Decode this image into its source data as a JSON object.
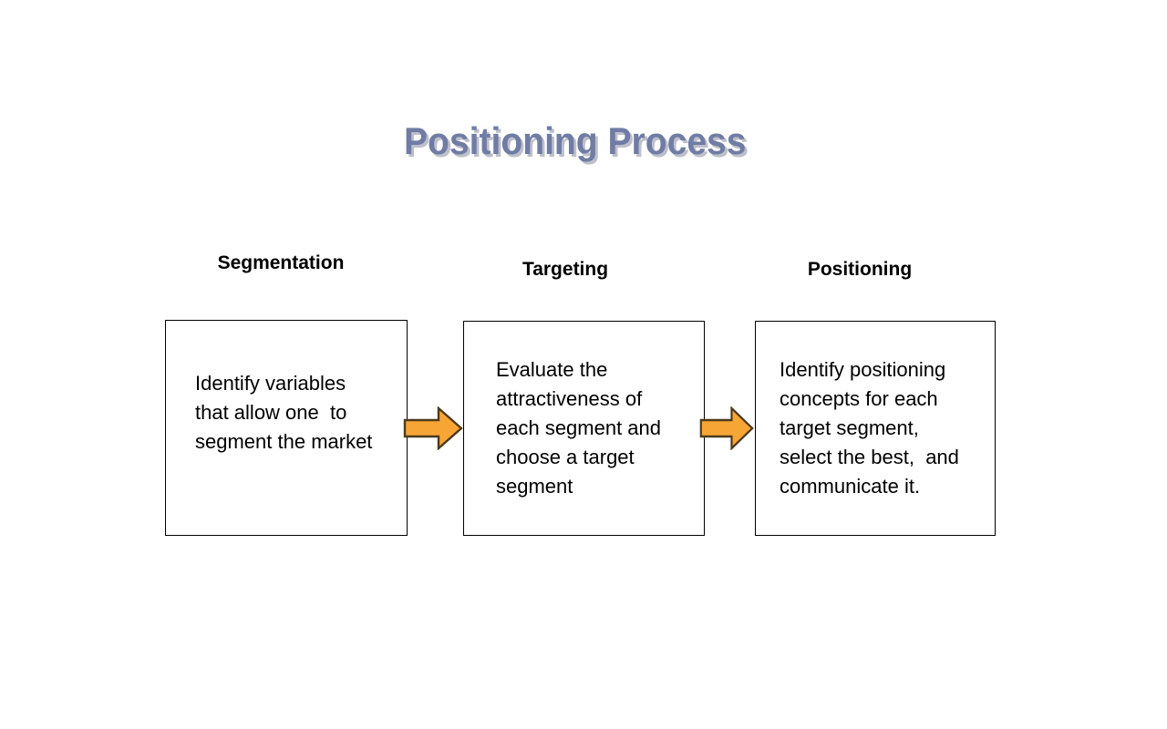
{
  "slide": {
    "title": "Positioning Process"
  },
  "columns": [
    {
      "heading": "Segmentation",
      "body": "Identify variables\nthat allow one  to\nsegment the market"
    },
    {
      "heading": "Targeting",
      "body": "Evaluate the\nattractiveness of\neach segment and\nchoose a target\nsegment"
    },
    {
      "heading": "Positioning",
      "body": "Identify positioning\nconcepts for each\ntarget segment,\nselect the best,  and\ncommunicate it."
    }
  ],
  "icons": [
    {
      "name": "arrow-right-icon",
      "from": "Segmentation",
      "to": "Targeting"
    },
    {
      "name": "arrow-right-icon",
      "from": "Targeting",
      "to": "Positioning"
    }
  ],
  "colors": {
    "background": "#FFFFFF",
    "title_fill": "#707CA4",
    "title_shadow": "#BDC0CA",
    "heading_text": "#000000",
    "body_text": "#000000",
    "box_border": "#000000",
    "box_fill": "#FFFFFF",
    "arrow_fill": "#F7A636",
    "arrow_outline": "#4D3A1D"
  }
}
